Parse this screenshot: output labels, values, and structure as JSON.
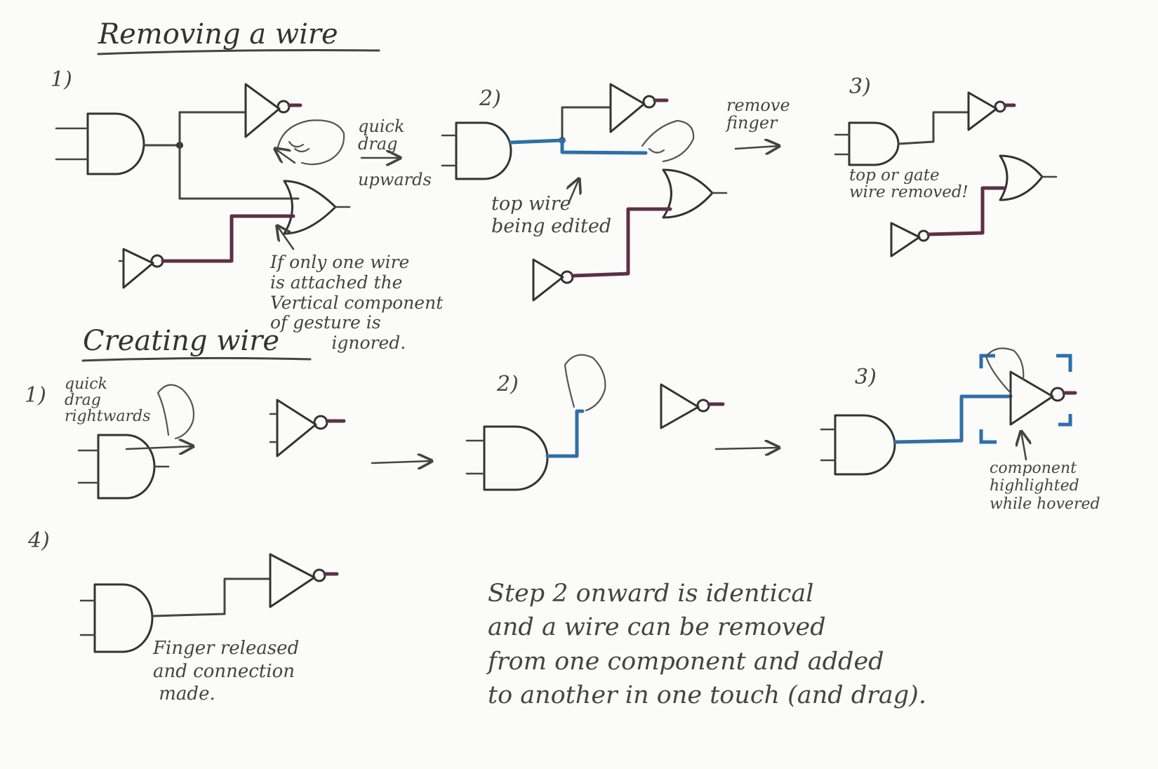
{
  "headings": {
    "removing": "Removing a wire",
    "creating": "Creating wire"
  },
  "steps": {
    "r1": "1)",
    "r2": "2)",
    "r3": "3)",
    "c1": "1)",
    "c2": "2)",
    "c3": "3)",
    "c4": "4)"
  },
  "notes": {
    "quick_drag_up": "quick\ndrag\n\nupwards",
    "remove_finger": "remove\nfinger",
    "top_wire_edited": "top wire\nbeing edited",
    "top_or_gate_removed": "top or gate\nwire removed!",
    "single_wire_note": "If only one wire\nis attached the\nVertical component\nof gesture is\n           ignored.",
    "quick_drag_right": "quick\ndrag\nrightwards",
    "component_highlighted": "component\nhighlighted\nwhile hovered",
    "finger_released": "Finger released\nand connection\n made.",
    "summary": "Step 2 onward is identical\nand a wire can be removed\nfrom one component and added\nto another in one touch (and drag)."
  },
  "colors": {
    "paper": "#fbfbf9",
    "ink": "#3a3a3a",
    "edit_wire": "#2f6fa6",
    "marked_wire": "#5c3048",
    "selection": "#2b6fb0"
  }
}
